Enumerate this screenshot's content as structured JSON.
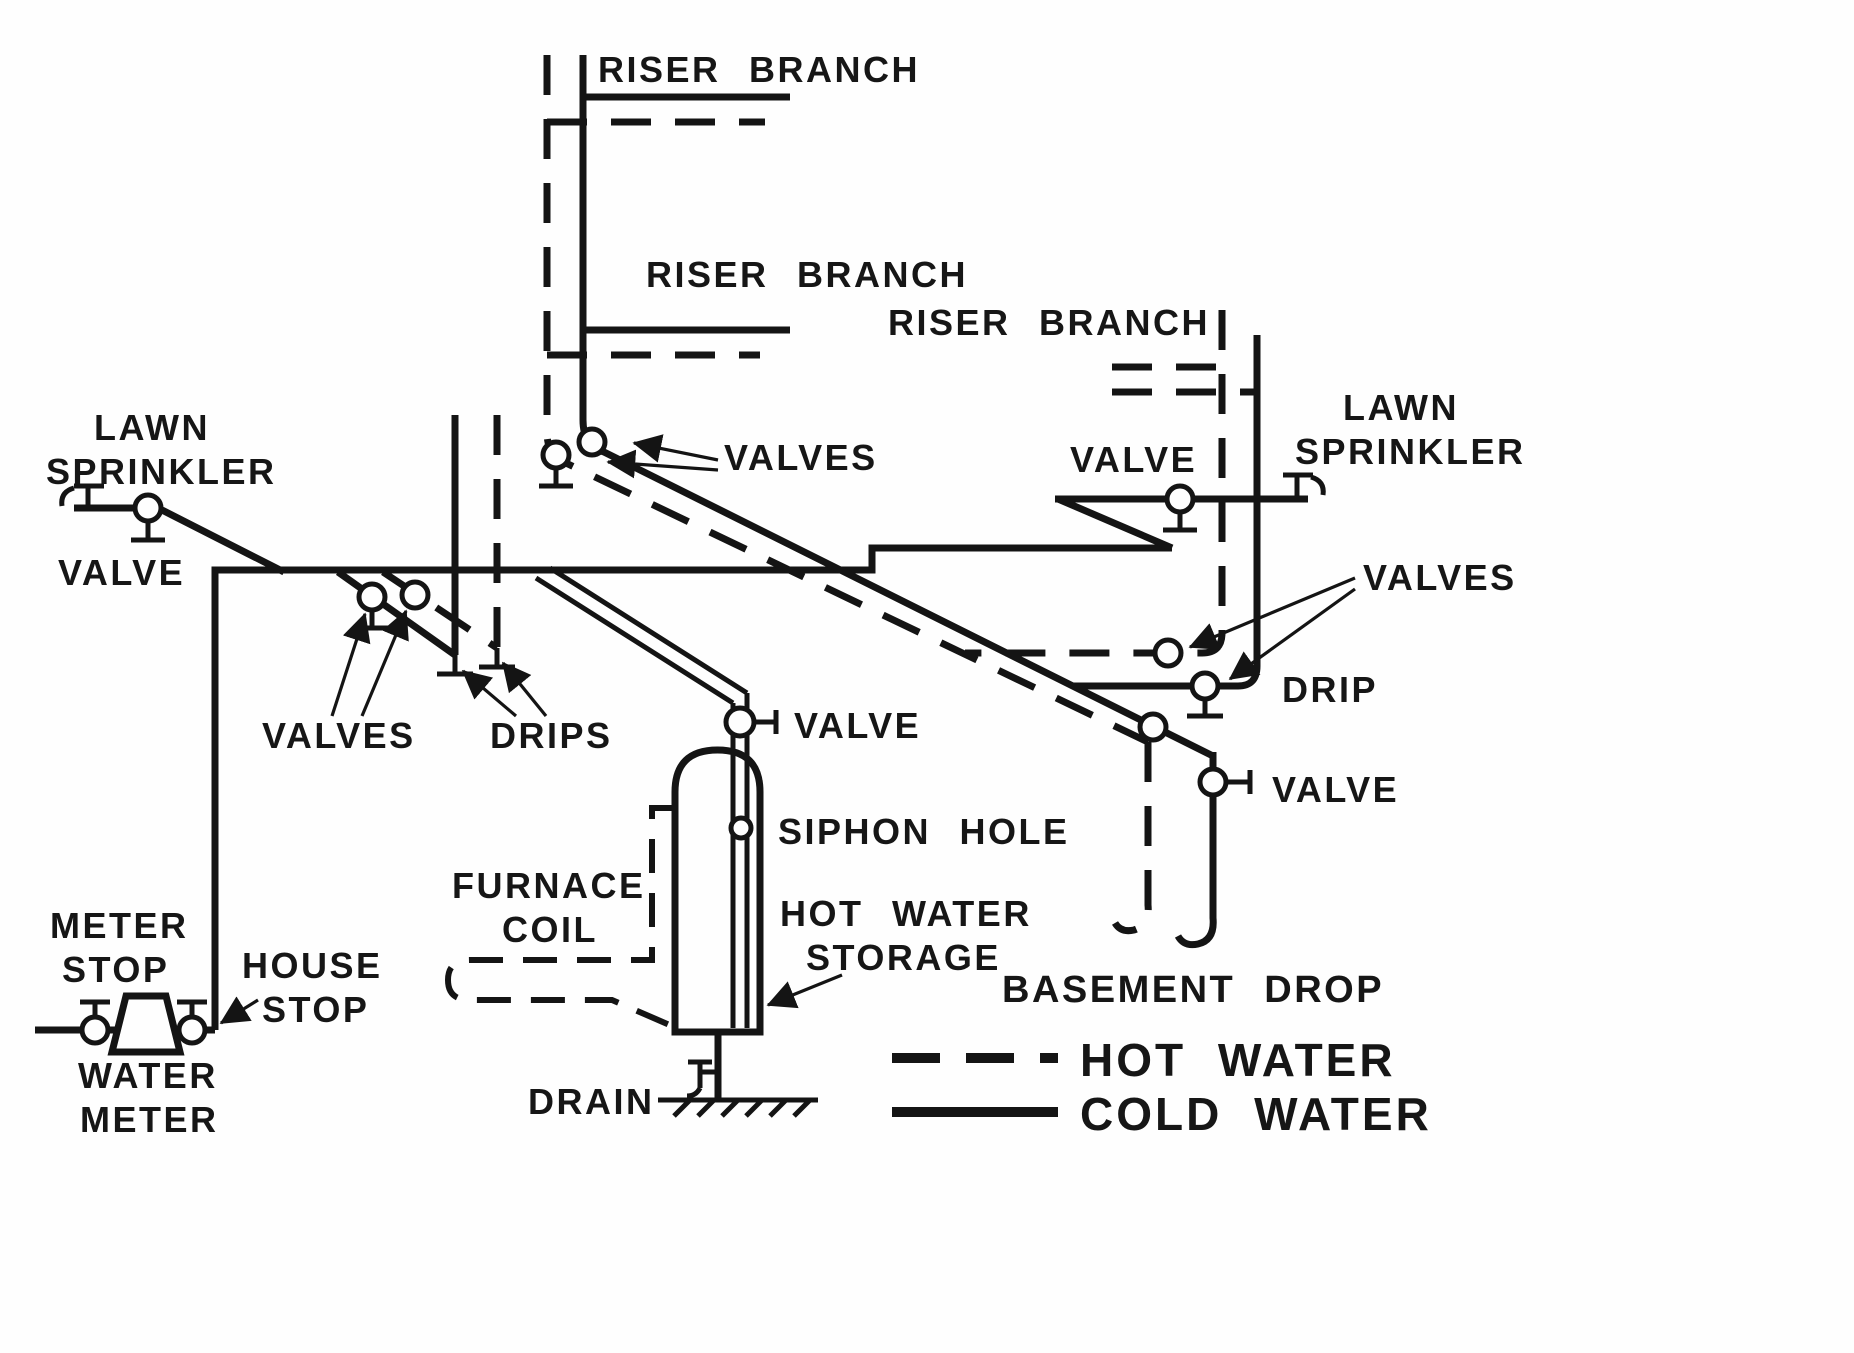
{
  "diagram": {
    "kind": "plumbing-piping-diagram",
    "line_color": "#141414",
    "background": "#fefefe"
  },
  "labels": {
    "riser_branch_1": "RISER BRANCH",
    "riser_branch_2": "RISER BRANCH",
    "riser_branch_3": "RISER BRANCH",
    "lawn_sprinkler_left_1": "LAWN",
    "lawn_sprinkler_left_2": "SPRINKLER",
    "valve_sprinkler_left": "VALVE",
    "valves_riser": "VALVES",
    "valve_sprinkler_right": "VALVE",
    "lawn_sprinkler_right_1": "LAWN",
    "lawn_sprinkler_right_2": "SPRINKLER",
    "valves_right": "VALVES",
    "drip": "DRIP",
    "valves_main": "VALVES",
    "drips": "DRIPS",
    "valve_tank": "VALVE",
    "siphon_hole": "SIPHON HOLE",
    "furnace_coil_1": "FURNACE",
    "furnace_coil_2": "COIL",
    "hot_water_storage_1": "HOT WATER",
    "hot_water_storage_2": "STORAGE",
    "valve_basement": "VALVE",
    "basement_drop": "BASEMENT DROP",
    "meter_stop_1": "METER",
    "meter_stop_2": "STOP",
    "house_stop_1": "HOUSE",
    "house_stop_2": "STOP",
    "water_meter_1": "WATER",
    "water_meter_2": "METER",
    "drain": "DRAIN"
  },
  "legend": {
    "hot_label": "HOT WATER",
    "cold_label": "COLD WATER",
    "hot_style": "dashed",
    "cold_style": "solid"
  }
}
